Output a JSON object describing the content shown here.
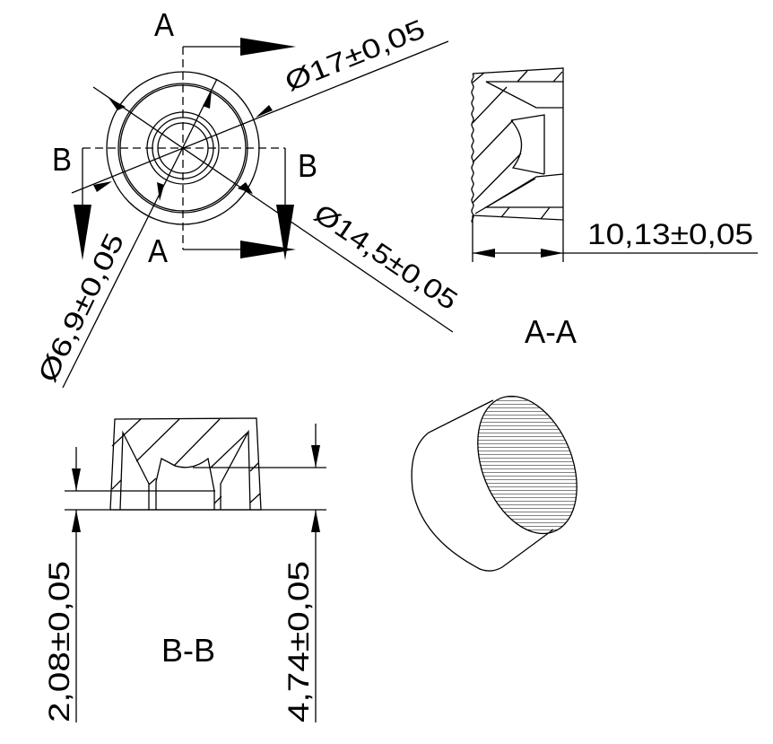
{
  "top_view": {
    "section_a_label_top": "A",
    "section_a_label_bottom": "A",
    "section_b_label_left": "B",
    "section_b_label_right": "B",
    "dim_outer_diameter": "Ø17±0,05",
    "dim_mid_diameter": "Ø14,5±0,05",
    "dim_inner_diameter": "Ø6,9±0,05"
  },
  "section_aa": {
    "title": "A-A",
    "dim_length": "10,13±0,05"
  },
  "section_bb": {
    "title": "B-B",
    "dim_left": "2,08±0,05",
    "dim_right": "4,74±0,05"
  },
  "colors": {
    "line": "#000000",
    "background": "#ffffff"
  }
}
